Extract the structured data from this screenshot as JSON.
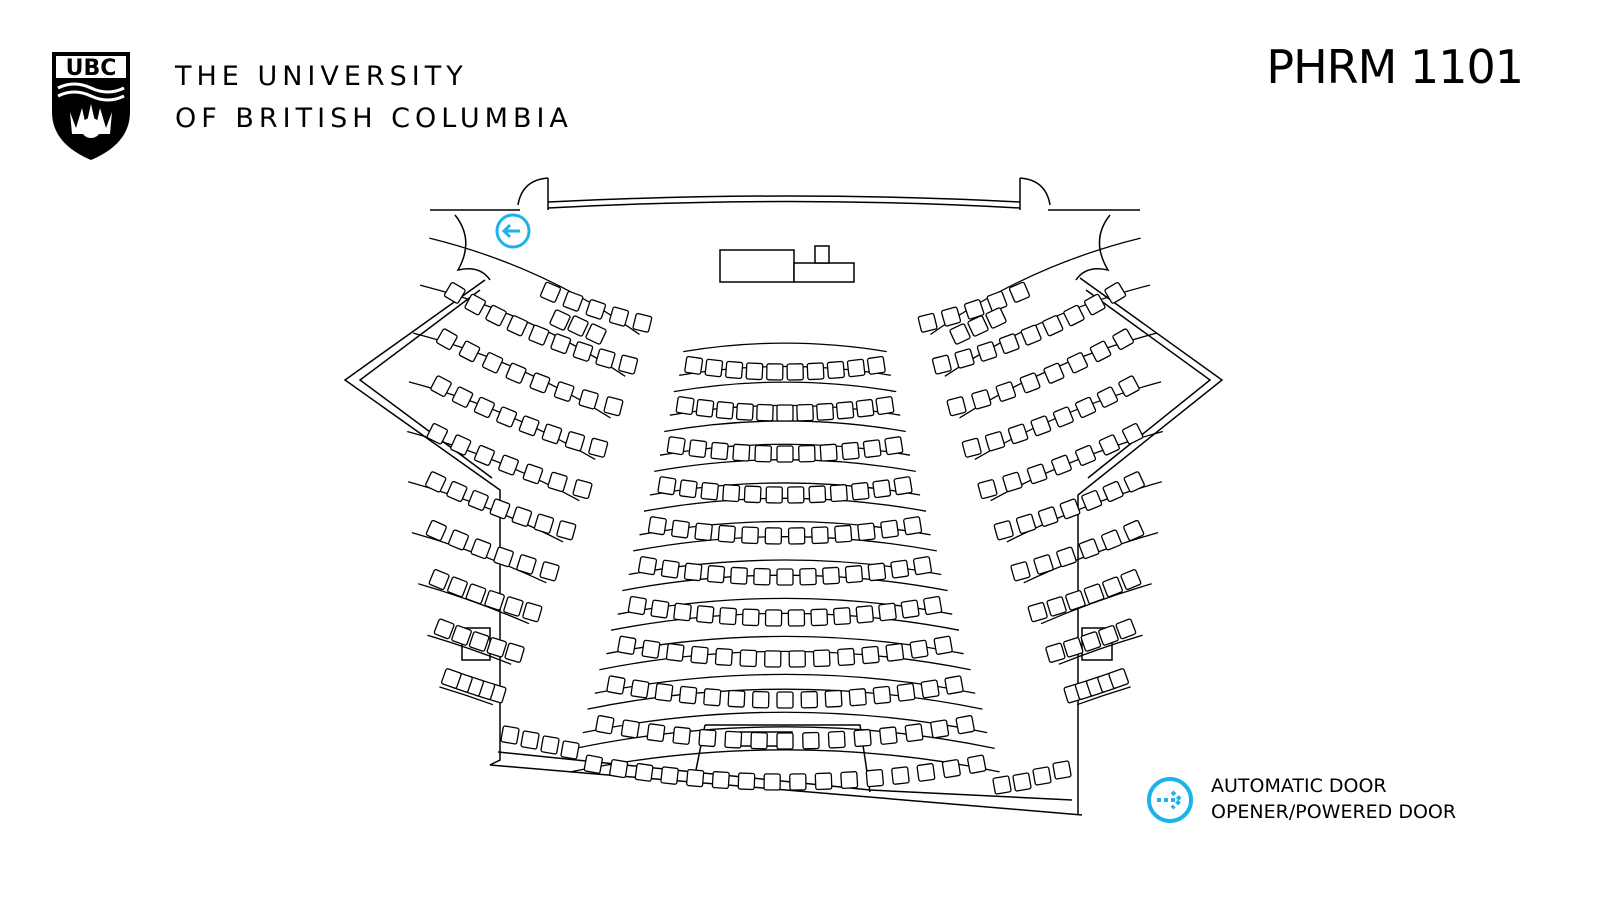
{
  "header": {
    "logo_text": "UBC",
    "university_line1": "THE UNIVERSITY",
    "university_line2": "OF BRITISH COLUMBIA",
    "room": "PHRM 1101"
  },
  "legend": {
    "line1": "AUTOMATIC DOOR",
    "line2": "OPENER/POWERED DOOR",
    "icon": "automatic-door-icon",
    "color": "#1bb3ea"
  },
  "colors": {
    "line": "#000000",
    "accent": "#1bb3ea"
  }
}
